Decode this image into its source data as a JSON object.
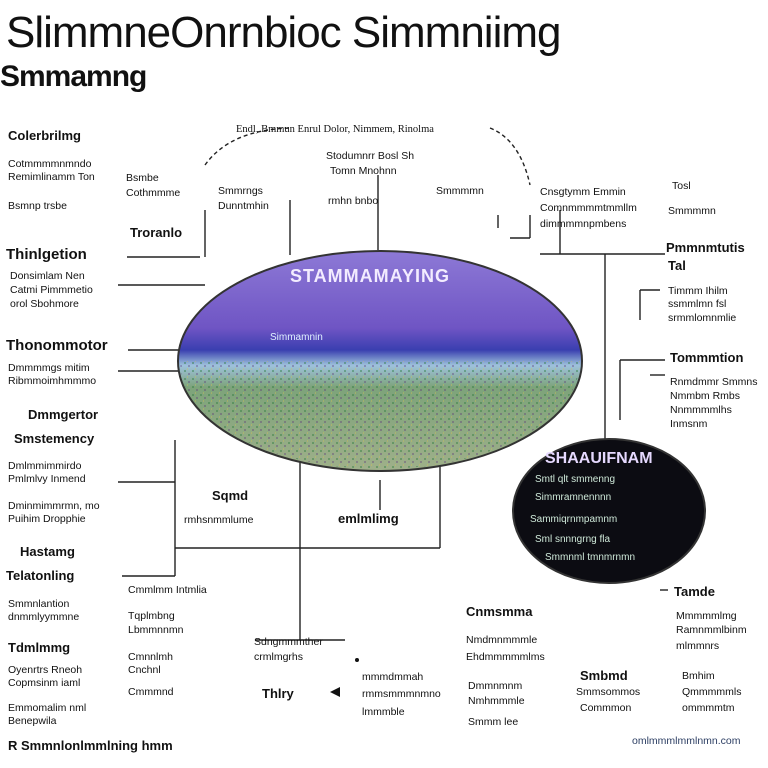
{
  "title": "SlimmneOnrnbioc Simmniimg",
  "subtitle": "Smmamng",
  "top_banner": "Endl, Bmmun Enrul Dolor, Nimmem, Rinolma",
  "oval": {
    "title": "STAMMAMAYING",
    "sub": "Simmamnin",
    "fill": "#7b62c9",
    "band": "#3a3fb0"
  },
  "dark_circle": {
    "title": "SHAAUIFNAM",
    "lines": [
      "Smtl qlt smmenng",
      "Simmramnennnn",
      "Sammiqrnmpamnm",
      "Sml snnngrng fla",
      "Smmnml tmnmrnmn"
    ]
  },
  "left": {
    "h1": "Colerbrilmg",
    "h1_lines": [
      "Cotmmmmnmndo",
      "Remimlinamm Ton",
      "Bsmnp trsbe"
    ],
    "h2": "Thinlgetion",
    "h2_lines": [
      "Donsimlam Nen",
      "Catmi Pimmmetio",
      "orol Sbohmore"
    ],
    "h3": "Thonommotor",
    "h3_lines": [
      "Dmmmmgs mitim",
      "Ribmmoimhmmmo"
    ],
    "h4": "Dmmgertor",
    "h5": "Smstemency",
    "h5_lines": [
      "Dmlmmimmirdo",
      "Pmlmlvy Inmend",
      "Dminmimmrmn, mo",
      "Puihim Dropphie"
    ],
    "h6": "Hastamg",
    "h7": "Telatonling",
    "h7_lines": [
      "Smmnlantion",
      "dnmmlyymmne"
    ],
    "h8": "Tdmlmmg",
    "h8_lines": [
      "Oyenrtrs Rneoh",
      "Copmsinm iaml",
      "Emmomalim nml",
      "Benepwila"
    ],
    "footer": "R Smmnlonlmmlning hmm"
  },
  "center": {
    "top1": "Stodumnrr Bosl Sh",
    "top1b": "Tomn Mnohnn",
    "top2": "Smmrngs",
    "top2b": "Dunntmhin",
    "top3": "Bsmbe",
    "top4": "Cothmmme",
    "top5": "Troranlo",
    "top6": "rmhn bnbo",
    "mid1": "Sqmd",
    "mid1b": "rmhsnmmlume",
    "mid2": "emlmlimg",
    "low1": "Cmmlmm Intmlia",
    "low2": "Tqplmbng",
    "low2b": "Lbmmnnmn",
    "low3": "Cmnnlmh",
    "low3b": "Cnchnl",
    "low4": "Cmmmnd",
    "low5": "Sdngmmmther",
    "low5b": "crmlmgrhs",
    "low6": "Thlry",
    "low7": "mmmdmmah",
    "low7b": "rmmsmmmnmno",
    "low7c": "lmmmble"
  },
  "right": {
    "r1": "Cnsgtymm Emmin",
    "r1b": "Comnmmmmtmmllm",
    "r1c": "dimmmmnpmbens",
    "r2": "Tosl",
    "r2b": "Smmmmn",
    "r3": "Pmmnmtutis",
    "r3b": "Tal",
    "r3_lines": [
      "Timmm Ihilm",
      "ssmmlmn fsl",
      "srmmlomnmlie"
    ],
    "r4": "Tommmtion",
    "r4_lines": [
      "Rnmdmmr Smmns",
      "Nmmbm Rmbs",
      "Nnmmmmlhs",
      "Inmsnm"
    ],
    "r5": "Tamde",
    "r5_lines": [
      "Mmmmmlmg",
      "Ramnmmlbinm",
      "mlmmnrs"
    ],
    "r6": "Cnmsmma",
    "r6_lines": [
      "Nmdmnmmmle",
      "Ehdmmmmmlms"
    ],
    "r7": "Dmmnmnm",
    "r7_lines": [
      "Nmhmmmle",
      "Smmm lee"
    ],
    "r8": "Smbmd",
    "r8_lines": [
      "Smmsommos",
      "Commmon"
    ],
    "r9": "Bmhim",
    "r9_lines": [
      "Qmmmmmls",
      "ommmmtm"
    ],
    "footer_right": "omlmmmlmmlnmn.com"
  }
}
